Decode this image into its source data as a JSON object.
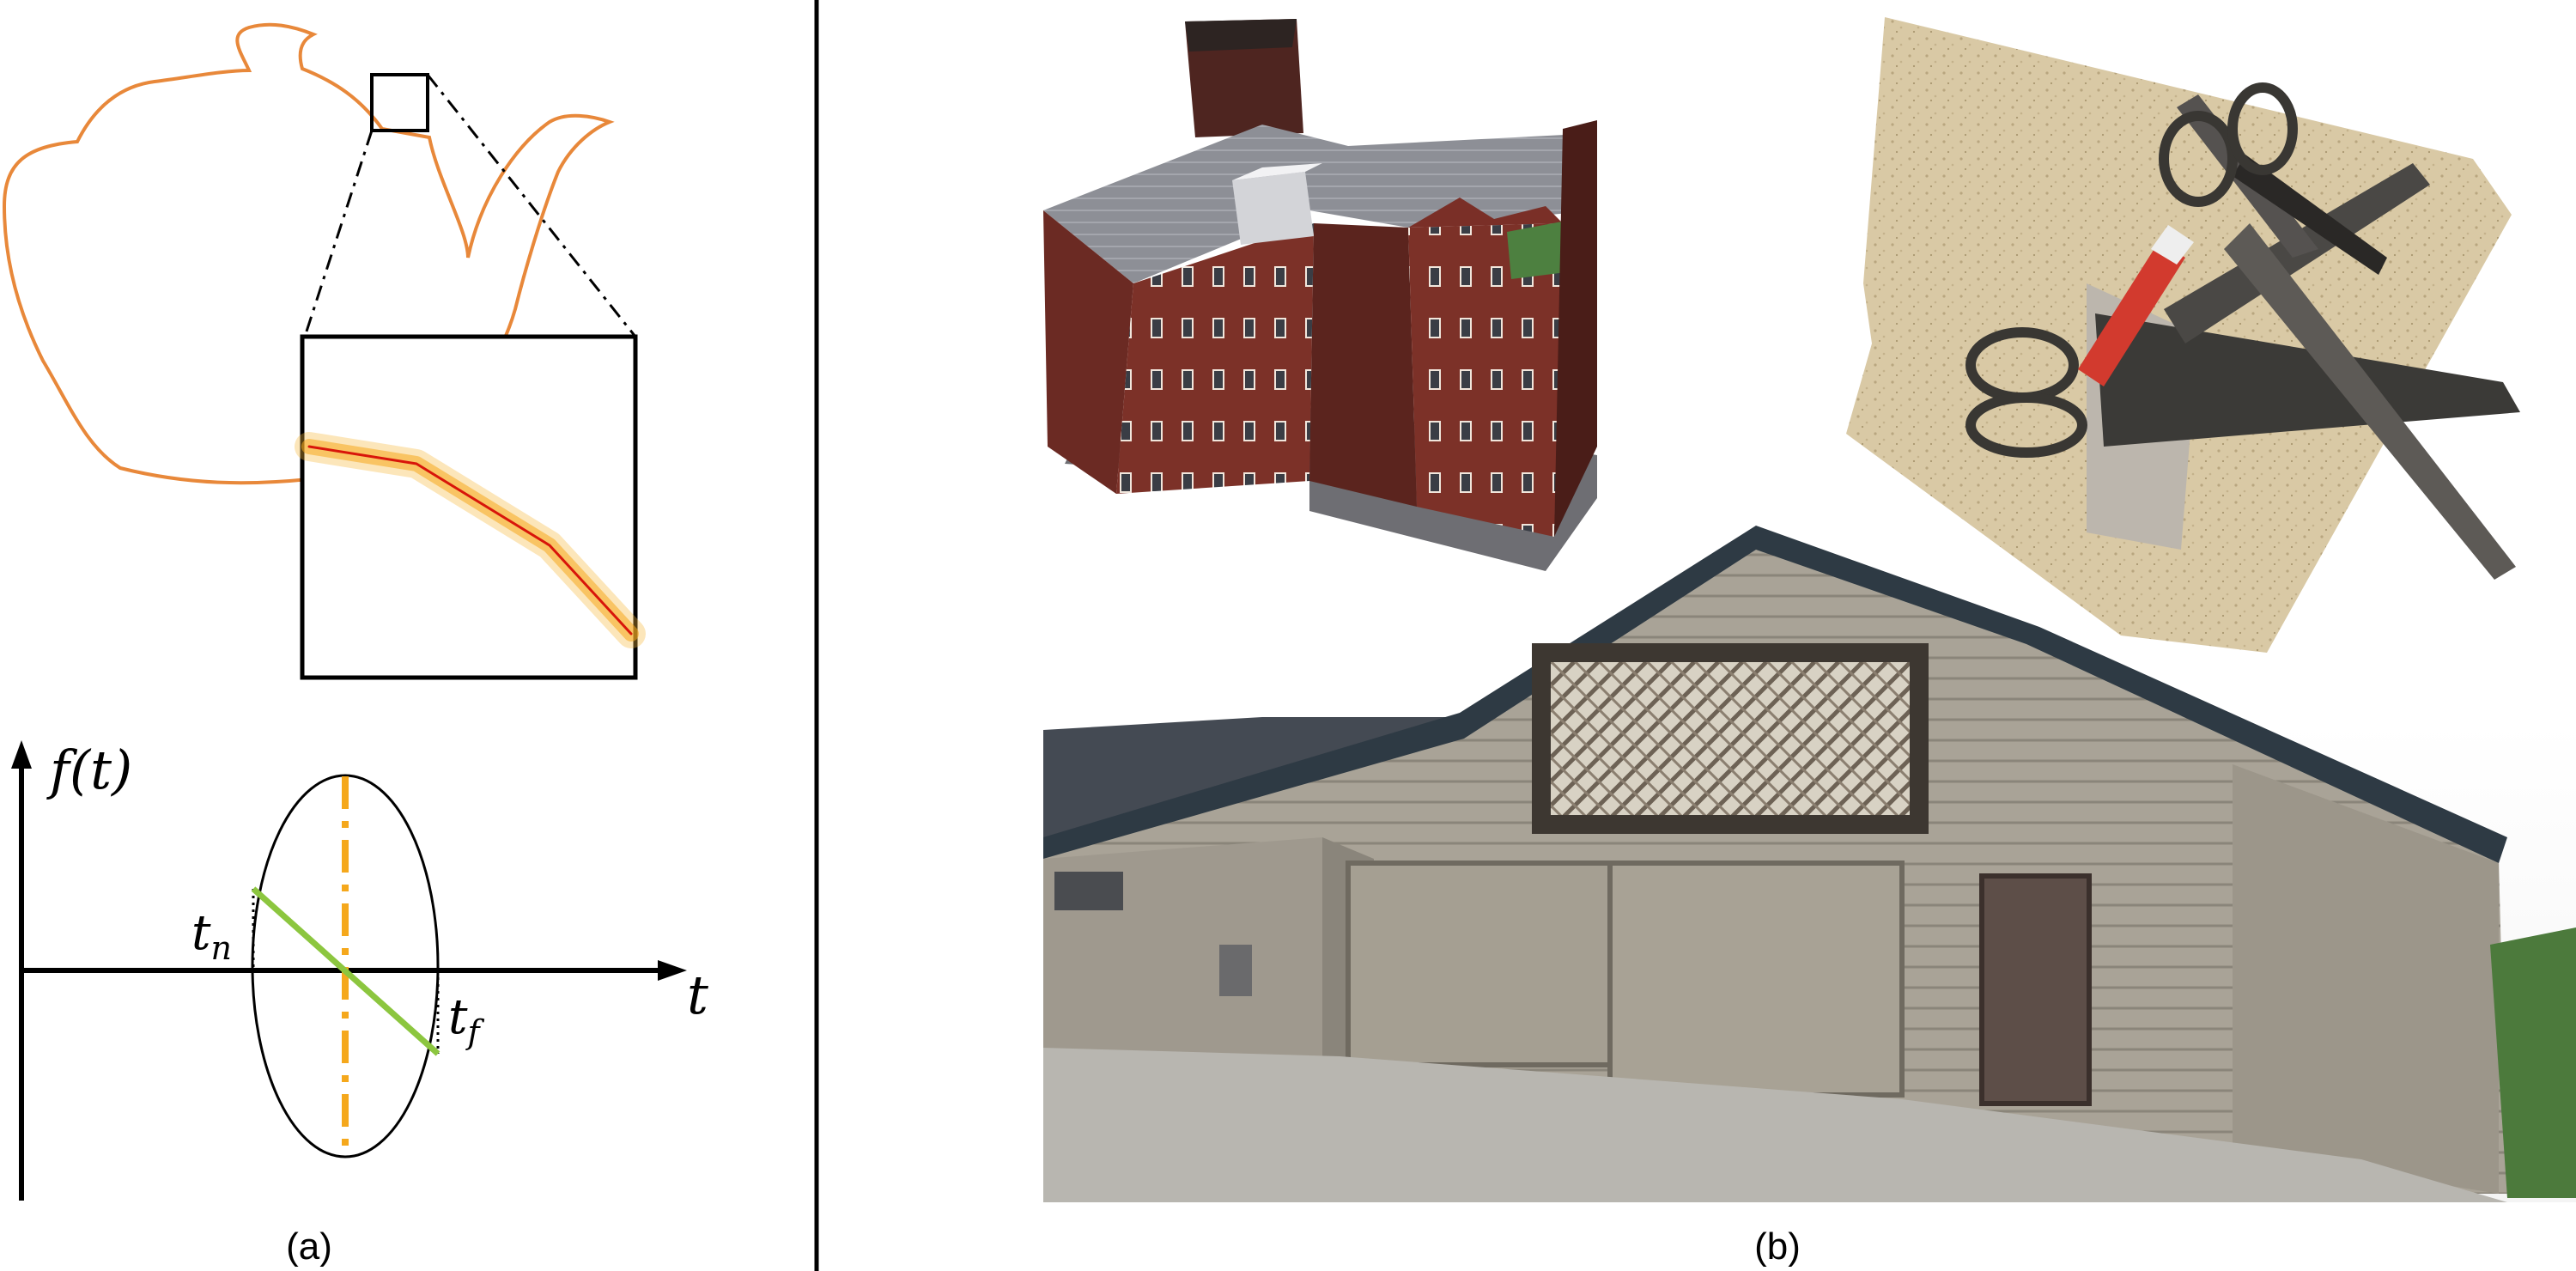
{
  "panel_a": {
    "caption": "(a)",
    "plot": {
      "y_label": "f(t)",
      "x_label": "t",
      "t_near": "t",
      "t_near_sub": "n",
      "t_far": "t",
      "t_far_sub": "f"
    },
    "colors": {
      "outline": "#e8883a",
      "highlight": "#f5b63a",
      "center_line": "#d8150a",
      "segment": "#8cc63f",
      "dash_axis": "#f5a81c"
    }
  },
  "panel_b": {
    "caption": "(b)",
    "images": [
      "castle-model-render",
      "scissors-on-stone-render",
      "garage-building-render"
    ]
  }
}
